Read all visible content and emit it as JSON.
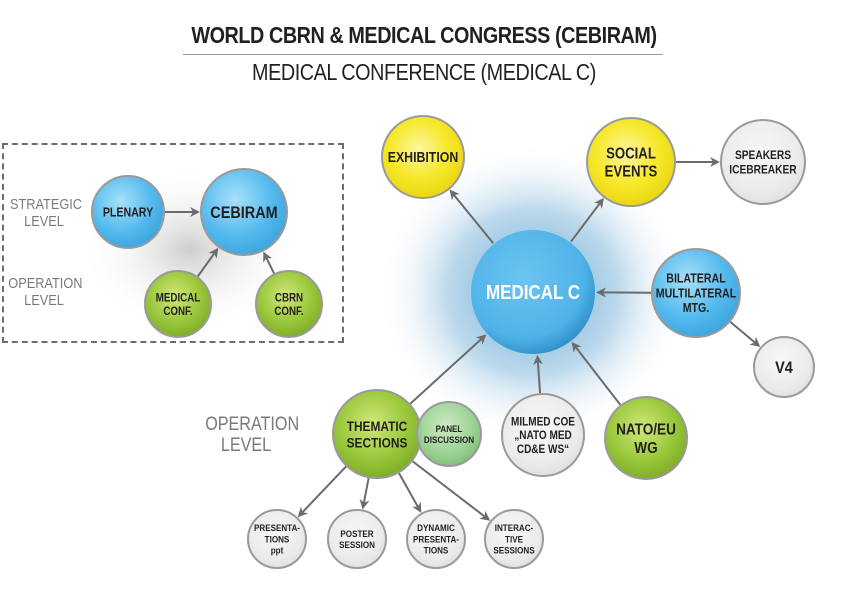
{
  "title": {
    "main": "WORLD CBRN & MEDICAL CONGRESS (CEBIRAM)",
    "sub": "MEDICAL CONFERENCE (MEDICAL C)"
  },
  "inset": {
    "levels": [
      {
        "id": "strategic",
        "lines": [
          "STRATEGIC",
          "LEVEL"
        ]
      },
      {
        "id": "operation",
        "lines": [
          "OPERATION",
          "LEVEL"
        ]
      }
    ]
  },
  "main_level_label": [
    "OPERATION",
    "LEVEL"
  ],
  "colors": {
    "blue": "#4fb3e8",
    "blue_dark": "#2e8fcc",
    "yellow": "#f3e31a",
    "green": "#8dbd2e",
    "green_light": "#8fcb8a",
    "gray_node": "#e9e9e9",
    "node_border": "#9a9a9a",
    "arrow": "#6b6b6b",
    "text_dark": "#231f20",
    "text_white": "#ffffff",
    "label_gray": "#7a7a7a"
  },
  "nodes": [
    {
      "id": "plenary",
      "lines": [
        "PLENARY"
      ],
      "style": "blue"
    },
    {
      "id": "cebiram",
      "lines": [
        "CEBIRAM"
      ],
      "style": "blue"
    },
    {
      "id": "medical-conf",
      "lines": [
        "MEDICAL",
        "CONF."
      ],
      "style": "green"
    },
    {
      "id": "cbrn-conf",
      "lines": [
        "CBRN",
        "CONF."
      ],
      "style": "green"
    },
    {
      "id": "medical-c",
      "lines": [
        "MEDICAL C"
      ],
      "style": "blue-main"
    },
    {
      "id": "exhibition",
      "lines": [
        "EXHIBITION"
      ],
      "style": "yellow"
    },
    {
      "id": "social-events",
      "lines": [
        "SOCIAL",
        "EVENTS"
      ],
      "style": "yellow"
    },
    {
      "id": "speakers-icebreaker",
      "lines": [
        "SPEAKERS",
        "ICEBREAKER"
      ],
      "style": "gray"
    },
    {
      "id": "bilateral-multilateral",
      "lines": [
        "BILATERAL",
        "MULTILATERAL",
        "MTG."
      ],
      "style": "blue"
    },
    {
      "id": "v4",
      "lines": [
        "V4"
      ],
      "style": "gray"
    },
    {
      "id": "nato-eu-wg",
      "lines": [
        "NATO/EU",
        "WG"
      ],
      "style": "green"
    },
    {
      "id": "milmed-coe",
      "lines": [
        "MILMED COE",
        "„NATO MED",
        "CD&E WS“"
      ],
      "style": "gray"
    },
    {
      "id": "thematic-sections",
      "lines": [
        "THEMATIC",
        "SECTIONS"
      ],
      "style": "green"
    },
    {
      "id": "panel-discussion",
      "lines": [
        "PANEL",
        "DISCUSSION"
      ],
      "style": "green-light"
    },
    {
      "id": "presentations-ppt",
      "lines": [
        "PRESENTA-",
        "TIONS",
        "ppt"
      ],
      "style": "gray"
    },
    {
      "id": "poster-session",
      "lines": [
        "POSTER",
        "SESSION"
      ],
      "style": "gray"
    },
    {
      "id": "dynamic-presentations",
      "lines": [
        "DYNAMIC",
        "PRESENTA-",
        "TIONS"
      ],
      "style": "gray"
    },
    {
      "id": "interactive-sessions",
      "lines": [
        "INTERAC-",
        "TIVE",
        "SESSIONS"
      ],
      "style": "gray"
    }
  ],
  "edges": [
    {
      "from": "plenary",
      "to": "cebiram"
    },
    {
      "from": "medical-conf",
      "to": "cebiram"
    },
    {
      "from": "cbrn-conf",
      "to": "cebiram"
    },
    {
      "from": "medical-c",
      "to": "exhibition"
    },
    {
      "from": "medical-c",
      "to": "social-events"
    },
    {
      "from": "social-events",
      "to": "speakers-icebreaker"
    },
    {
      "from": "bilateral-multilateral",
      "to": "medical-c"
    },
    {
      "from": "bilateral-multilateral",
      "to": "v4"
    },
    {
      "from": "nato-eu-wg",
      "to": "medical-c"
    },
    {
      "from": "milmed-coe",
      "to": "medical-c"
    },
    {
      "from": "thematic-sections",
      "to": "medical-c"
    },
    {
      "from": "thematic-sections",
      "to": "presentations-ppt"
    },
    {
      "from": "thematic-sections",
      "to": "poster-session"
    },
    {
      "from": "thematic-sections",
      "to": "dynamic-presentations"
    },
    {
      "from": "thematic-sections",
      "to": "interactive-sessions"
    }
  ]
}
